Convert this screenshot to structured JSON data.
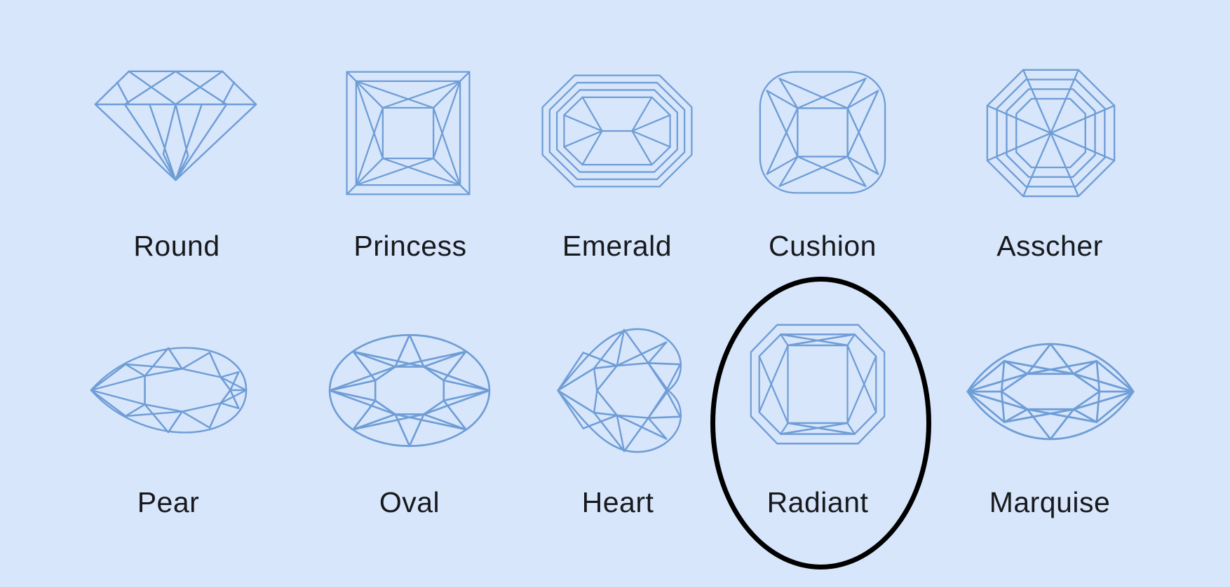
{
  "theme": {
    "background": "#d7e6fb",
    "stroke": "#6f9dd6",
    "label": "#17191d",
    "annotation": "#000000"
  },
  "shapes": [
    {
      "id": "round",
      "label": "Round"
    },
    {
      "id": "princess",
      "label": "Princess"
    },
    {
      "id": "emerald",
      "label": "Emerald"
    },
    {
      "id": "cushion",
      "label": "Cushion"
    },
    {
      "id": "asscher",
      "label": "Asscher"
    },
    {
      "id": "pear",
      "label": "Pear"
    },
    {
      "id": "oval",
      "label": "Oval"
    },
    {
      "id": "heart",
      "label": "Heart"
    },
    {
      "id": "radiant",
      "label": "Radiant"
    },
    {
      "id": "marquise",
      "label": "Marquise"
    }
  ],
  "annotation": {
    "type": "ellipse",
    "color": "#000000",
    "around": "Radiant"
  }
}
